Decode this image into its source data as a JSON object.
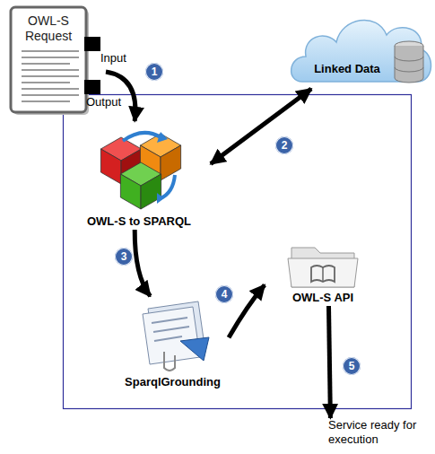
{
  "diagram": {
    "nodes": [
      {
        "text": [
          "OWL-S Request"
        ]
      },
      {
        "text": [
          "Linked Data"
        ]
      },
      {
        "text": [
          "OWL-S to SPARQL"
        ]
      },
      {
        "text": [
          "SparqlGrounding"
        ]
      },
      {
        "text": [
          "OWL-S API"
        ]
      },
      {
        "text": [
          "Service ready for execution"
        ]
      }
    ],
    "edges": [
      {
        "from": 0,
        "to": 2,
        "arrow": "to"
      },
      {
        "from": 2,
        "to": 1,
        "arrow": "both"
      },
      {
        "from": 2,
        "to": 3,
        "arrow": "to"
      },
      {
        "from": 3,
        "to": 4,
        "arrow": "to"
      },
      {
        "from": 4,
        "to": 5,
        "arrow": "to"
      }
    ],
    "labels": [
      "Input",
      "Output",
      "1",
      "2",
      "3",
      "4",
      "5"
    ]
  }
}
